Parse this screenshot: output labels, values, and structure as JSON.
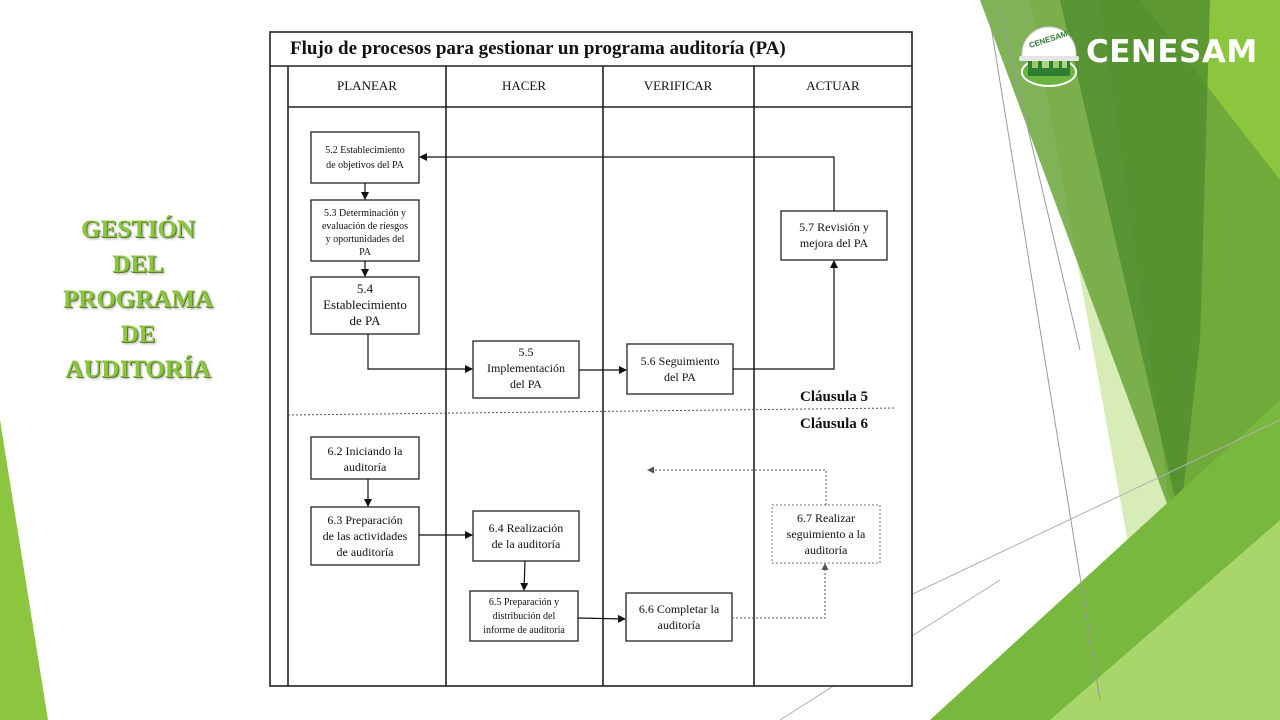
{
  "side_title": {
    "lines": [
      "GESTIÓN",
      "DEL",
      "PROGRAMA",
      "DE",
      "AUDITORÍA"
    ]
  },
  "brand": {
    "name": "CENESAM",
    "badge_text": "CENESAM",
    "accent_color": "#8cc63f"
  },
  "diagram": {
    "title": "Flujo de procesos para gestionar un programa auditoría (PA)",
    "columns": [
      "PLANEAR",
      "HACER",
      "VERIFICAR",
      "ACTUAR"
    ],
    "section_labels": {
      "clause5": "Cláusula 5",
      "clause6": "Cláusula 6"
    },
    "boxes": {
      "b52": [
        "5.2 Establecimiento",
        "de objetivos del PA"
      ],
      "b53": [
        "5.3 Determinación y",
        "evaluación de riesgos",
        "y oportunidades del",
        "PA"
      ],
      "b54": [
        "5.4",
        "Establecimiento",
        "de PA"
      ],
      "b55": [
        "5.5",
        "Implementación",
        "del PA"
      ],
      "b56": [
        "5.6 Seguimiento",
        "del PA"
      ],
      "b57": [
        "5.7 Revisión y",
        "mejora del PA"
      ],
      "b62": [
        "6.2 Iniciando la",
        "auditoría"
      ],
      "b63": [
        "6.3 Preparación",
        "de las actividades",
        "de auditoría"
      ],
      "b64": [
        "6.4 Realización",
        "de la auditoría"
      ],
      "b65": [
        "6.5 Preparación y",
        "distribución del",
        "informe de auditoría"
      ],
      "b66": [
        "6.6 Completar la",
        "auditoría"
      ],
      "b67": [
        "6.7 Realizar",
        "seguimiento a la",
        "auditoría"
      ]
    }
  }
}
